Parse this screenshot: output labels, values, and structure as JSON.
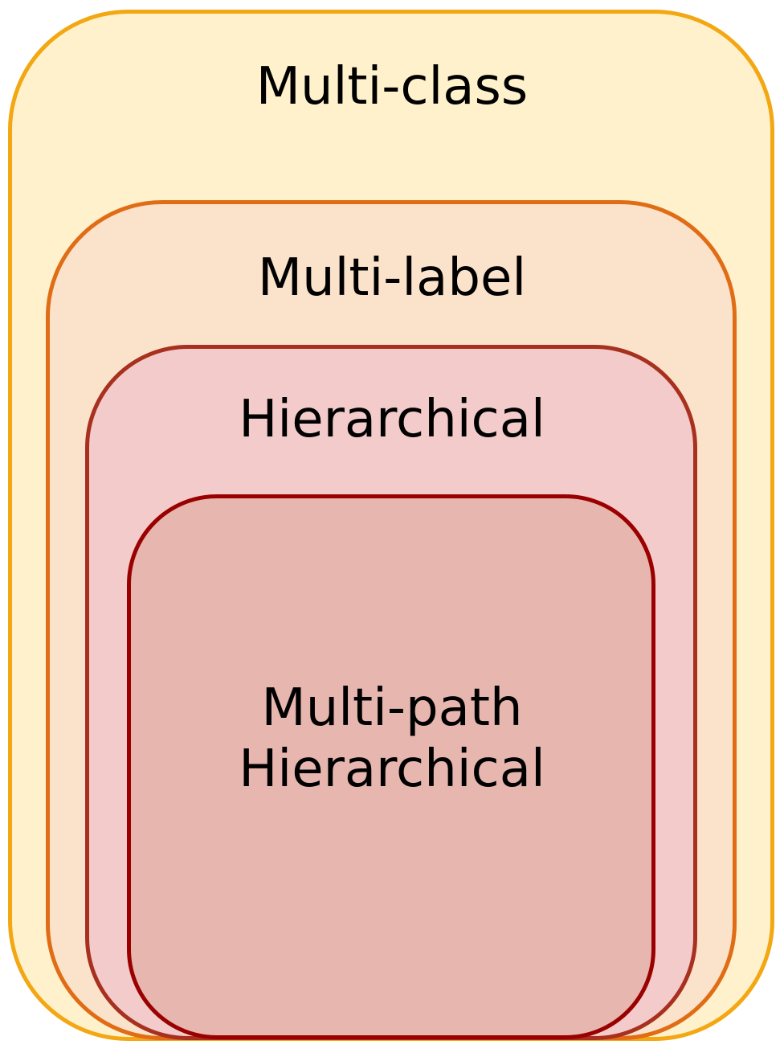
{
  "diagram": {
    "sets": [
      {
        "id": "multiclass",
        "label": "Multi-class",
        "fill": "#fff1cc",
        "stroke": "#f3a712"
      },
      {
        "id": "multilabel",
        "label": "Multi-label",
        "fill": "#fbe3cb",
        "stroke": "#e06d16"
      },
      {
        "id": "hierarchical",
        "label": "Hierarchical",
        "fill": "#f3cbca",
        "stroke": "#a8301f"
      },
      {
        "id": "multipath",
        "label_line1": "Multi-path",
        "label_line2": "Hierarchical",
        "fill": "#e6b6af",
        "stroke": "#9a0000"
      }
    ]
  }
}
